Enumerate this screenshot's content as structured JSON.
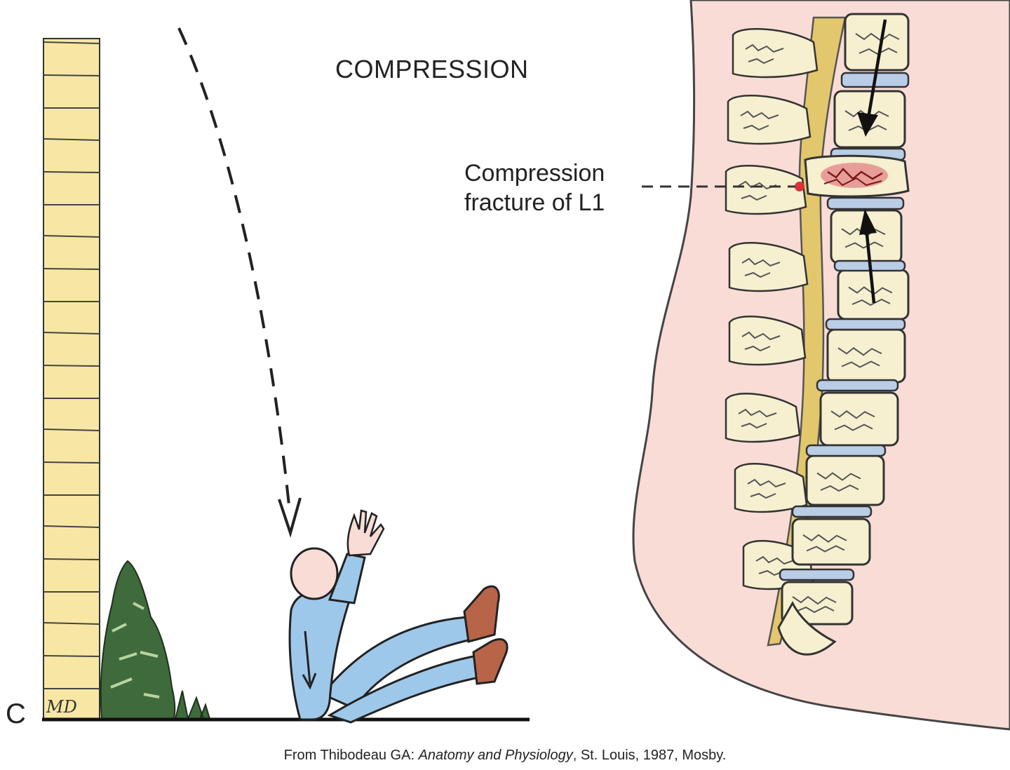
{
  "figure": {
    "title": "COMPRESSION",
    "panel_letter": "C",
    "callout_line1": "Compression",
    "callout_line2": "fracture of L1",
    "artist_initials": "MD",
    "caption": {
      "prefix": "From Thibodeau GA: ",
      "book": "Anatomy and Physiology",
      "suffix": ", St. Louis, 1987, Mosby."
    }
  },
  "colors": {
    "wall": "#f8e7a4",
    "skin": "#f9dcd6",
    "bone": "#f6f0d0",
    "disc": "#b9cde6",
    "cord": "#e2c76c",
    "clothes": "#9ec8ea",
    "shoe": "#b86448",
    "bush": "#3f6a3c",
    "injury": "#d9323c"
  }
}
